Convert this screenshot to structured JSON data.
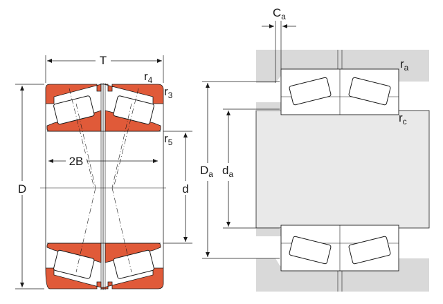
{
  "labels": {
    "width_total": "T",
    "r4": "r",
    "r4_sub": "4",
    "r3": "r",
    "r3_sub": "3",
    "r5": "r",
    "r5_sub": "5",
    "width_2b": "2B",
    "outer_diameter": "D",
    "bore_diameter": "d",
    "ca": "C",
    "ca_sub": "a",
    "ra": "r",
    "ra_sub": "a",
    "rc": "r",
    "rc_sub": "c",
    "Da": "D",
    "Da_sub": "a",
    "da": "d",
    "da_sub": "a"
  },
  "colors": {
    "ring_fill": "#e05a39",
    "housing_fill": "#d9d9d9",
    "shaft_fill": "#e9e9e9",
    "line": "#1a1a1a",
    "roller_fill": "#ffffff"
  }
}
